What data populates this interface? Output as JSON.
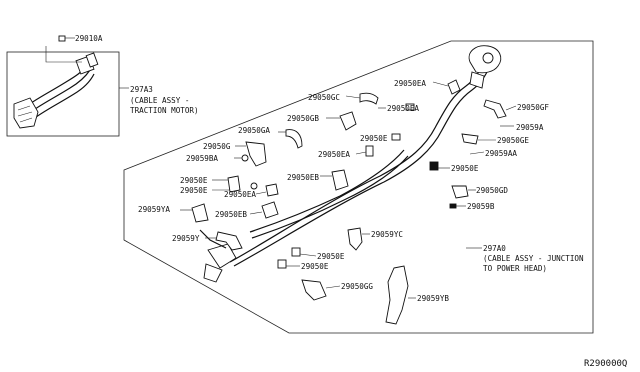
{
  "callouts": {
    "c29010A": "29010A",
    "c297A3": "297A3",
    "c297A3_desc1": "(CABLE ASSY -",
    "c297A3_desc2": "TRACTION MOTOR)",
    "c29050EA_1": "29050EA",
    "c29050GC": "29050GC",
    "c29050EA_2": "29050EA",
    "c29050GF": "29050GF",
    "c29050GB": "29050GB",
    "c29059A": "29059A",
    "c29050GA": "29050GA",
    "c29050E_1": "29050E",
    "c29050GE": "29050GE",
    "c29050G": "29050G",
    "c29050EA_3": "29050EA",
    "c29059AA": "29059AA",
    "c29059BA": "29059BA",
    "c29050E_2": "29050E",
    "c29050EB_1": "29050EB",
    "c29050E_3": "29050E",
    "c29050E_4": "29050E",
    "c29050GD": "29050GD",
    "c29050EA_4": "29050EA",
    "c29059B": "29059B",
    "c29059YA": "29059YA",
    "c29050EB_2": "29050EB",
    "c29059Y": "29059Y",
    "c29059YC": "29059YC",
    "c297A0": "297A0",
    "c297A0_desc1": "(CABLE ASSY - JUNCTION",
    "c297A0_desc2": "TO POWER HEAD)",
    "c29050E_5": "29050E",
    "c29050E_6": "29050E",
    "c29050GG": "29050GG",
    "c29059YB": "29059YB"
  },
  "diagram_ref": "R290000Q"
}
